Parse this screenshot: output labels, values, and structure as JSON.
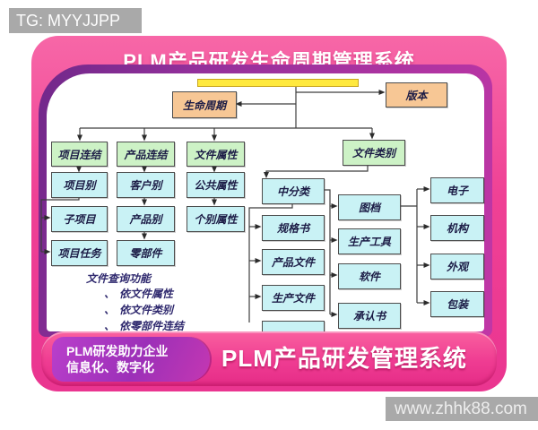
{
  "badges": {
    "top_left": "TG: MYYJJPP",
    "bottom_right": "www.zhhk88.com"
  },
  "header": {
    "title": "PLM产品研发生命周期管理系统"
  },
  "diagram": {
    "nodes": {
      "lifecycle": "生命周期",
      "version": "版本",
      "project_link": "项目连结",
      "product_link": "产品连结",
      "file_attribute": "文件属性",
      "file_category": "文件类别",
      "project_type": "项目别",
      "sub_project": "子项目",
      "project_task": "项目任务",
      "customer_type": "客户别",
      "product_type": "产品别",
      "parts": "零部件",
      "public_attribute": "公共属性",
      "individual_attribute": "个别属性",
      "mid_category": "中分类",
      "spec_sheet": "规格书",
      "product_document": "产品文件",
      "production_document": "生产文件",
      "drawing": "图档",
      "production_tool": "生产工具",
      "software": "软件",
      "approval_sheet": "承认书",
      "electronic": "电子",
      "mechanism": "机构",
      "appearance": "外观",
      "packaging": "包装"
    },
    "query": {
      "heading": "文件查询功能",
      "bullet": "、",
      "items": [
        "依文件属性",
        "依文件类别",
        "依零部件连结"
      ]
    }
  },
  "footer": {
    "tagline_line1": "PLM研发助力企业",
    "tagline_line2": "信息化、数字化",
    "title": "PLM产品研发管理系统"
  },
  "colors": {
    "frame_pink": "#ef4195",
    "accent_purple": "#8c2c8e",
    "banner_pink": "#e82e88",
    "pill_purple": "#a838c0",
    "node_green": "#cdf2c6",
    "node_cyan": "#c9f2f5",
    "node_orange": "#f7c795",
    "highlight_yellow": "#ffe93e",
    "badge_gray": "#a9a9a9"
  }
}
